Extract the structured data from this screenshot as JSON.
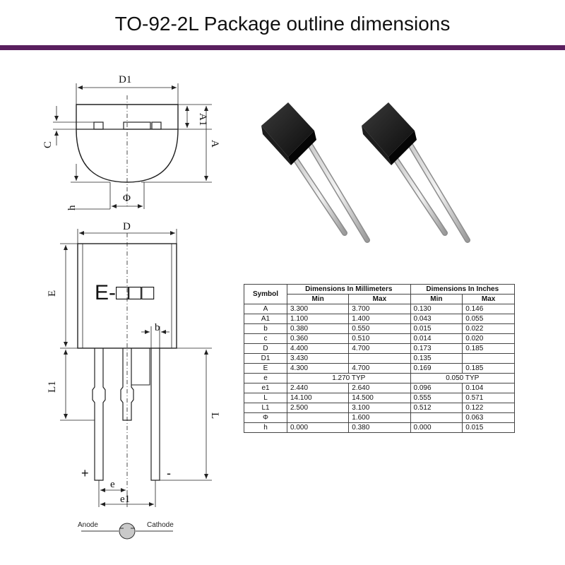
{
  "title": "TO-92-2L Package outline dimensions",
  "colors": {
    "accent_rule": "#5a1f5e",
    "drawing": "#222222"
  },
  "drawing_labels": {
    "d1": "D1",
    "a1": "A1",
    "a": "A",
    "c": "C",
    "phi": "Φ",
    "h": "h",
    "d": "D",
    "e_body": "E",
    "marking": "E-□□□",
    "b": "b",
    "l1": "L1",
    "l": "L",
    "plus": "+",
    "minus": "-",
    "e": "e",
    "e1": "e1"
  },
  "legend": {
    "anode": "Anode",
    "cathode": "Cathode"
  },
  "table": {
    "symbol_header": "Symbol",
    "mm_header": "Dimensions In Millimeters",
    "in_header": "Dimensions In Inches",
    "min_label": "Min",
    "max_label": "Max",
    "rows": [
      {
        "symbol": "A",
        "mm_min": "3.300",
        "mm_max": "3.700",
        "in_min": "0.130",
        "in_max": "0.146"
      },
      {
        "symbol": "A1",
        "mm_min": "1.100",
        "mm_max": "1.400",
        "in_min": "0.043",
        "in_max": "0.055"
      },
      {
        "symbol": "b",
        "mm_min": "0.380",
        "mm_max": "0.550",
        "in_min": "0.015",
        "in_max": "0.022"
      },
      {
        "symbol": "c",
        "mm_min": "0.360",
        "mm_max": "0.510",
        "in_min": "0.014",
        "in_max": "0.020"
      },
      {
        "symbol": "D",
        "mm_min": "4.400",
        "mm_max": "4.700",
        "in_min": "0.173",
        "in_max": "0.185"
      },
      {
        "symbol": "D1",
        "mm_min": "3.430",
        "mm_max": "",
        "in_min": "0.135",
        "in_max": ""
      },
      {
        "symbol": "E",
        "mm_min": "4.300",
        "mm_max": "4.700",
        "in_min": "0.169",
        "in_max": "0.185"
      },
      {
        "symbol": "e",
        "mm_typ": "1.270 TYP",
        "in_typ": "0.050 TYP"
      },
      {
        "symbol": "e1",
        "mm_min": "2.440",
        "mm_max": "2.640",
        "in_min": "0.096",
        "in_max": "0.104"
      },
      {
        "symbol": "L",
        "mm_min": "14.100",
        "mm_max": "14.500",
        "in_min": "0.555",
        "in_max": "0.571"
      },
      {
        "symbol": "L1",
        "mm_min": "2.500",
        "mm_max": "3.100",
        "in_min": "0.512",
        "in_max": "0.122"
      },
      {
        "symbol": "Φ",
        "mm_min": "",
        "mm_max": "1.600",
        "in_min": "",
        "in_max": "0.063"
      },
      {
        "symbol": "h",
        "mm_min": "0.000",
        "mm_max": "0.380",
        "in_min": "0.000",
        "in_max": "0.015"
      }
    ]
  }
}
